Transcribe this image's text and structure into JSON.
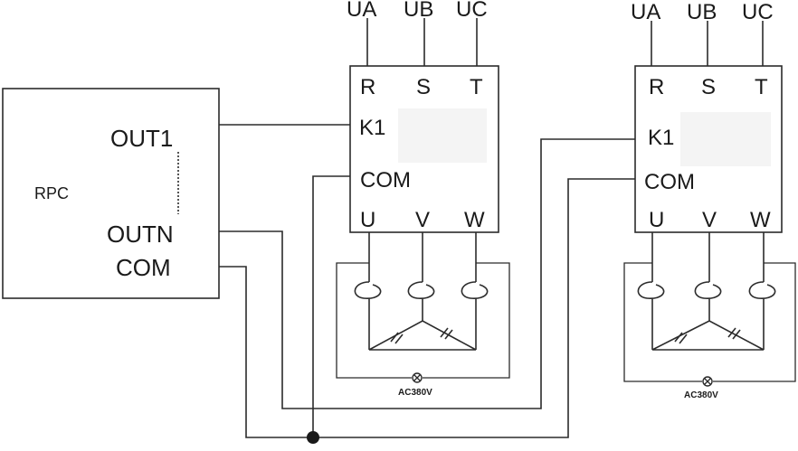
{
  "rpc": {
    "name": "RPC",
    "out1": "OUT1",
    "outn": "OUTN",
    "com": "COM"
  },
  "contactors": [
    {
      "supply": [
        "UA",
        "UB",
        "UC"
      ],
      "inputs": [
        "R",
        "S",
        "T"
      ],
      "coil": "K1",
      "com": "COM",
      "outputs": [
        "U",
        "V",
        "W"
      ],
      "load_label": "AC380V"
    },
    {
      "supply": [
        "UA",
        "UB",
        "UC"
      ],
      "inputs": [
        "R",
        "S",
        "T"
      ],
      "coil": "K1",
      "com": "COM",
      "outputs": [
        "U",
        "V",
        "W"
      ],
      "load_label": "AC380V"
    }
  ]
}
